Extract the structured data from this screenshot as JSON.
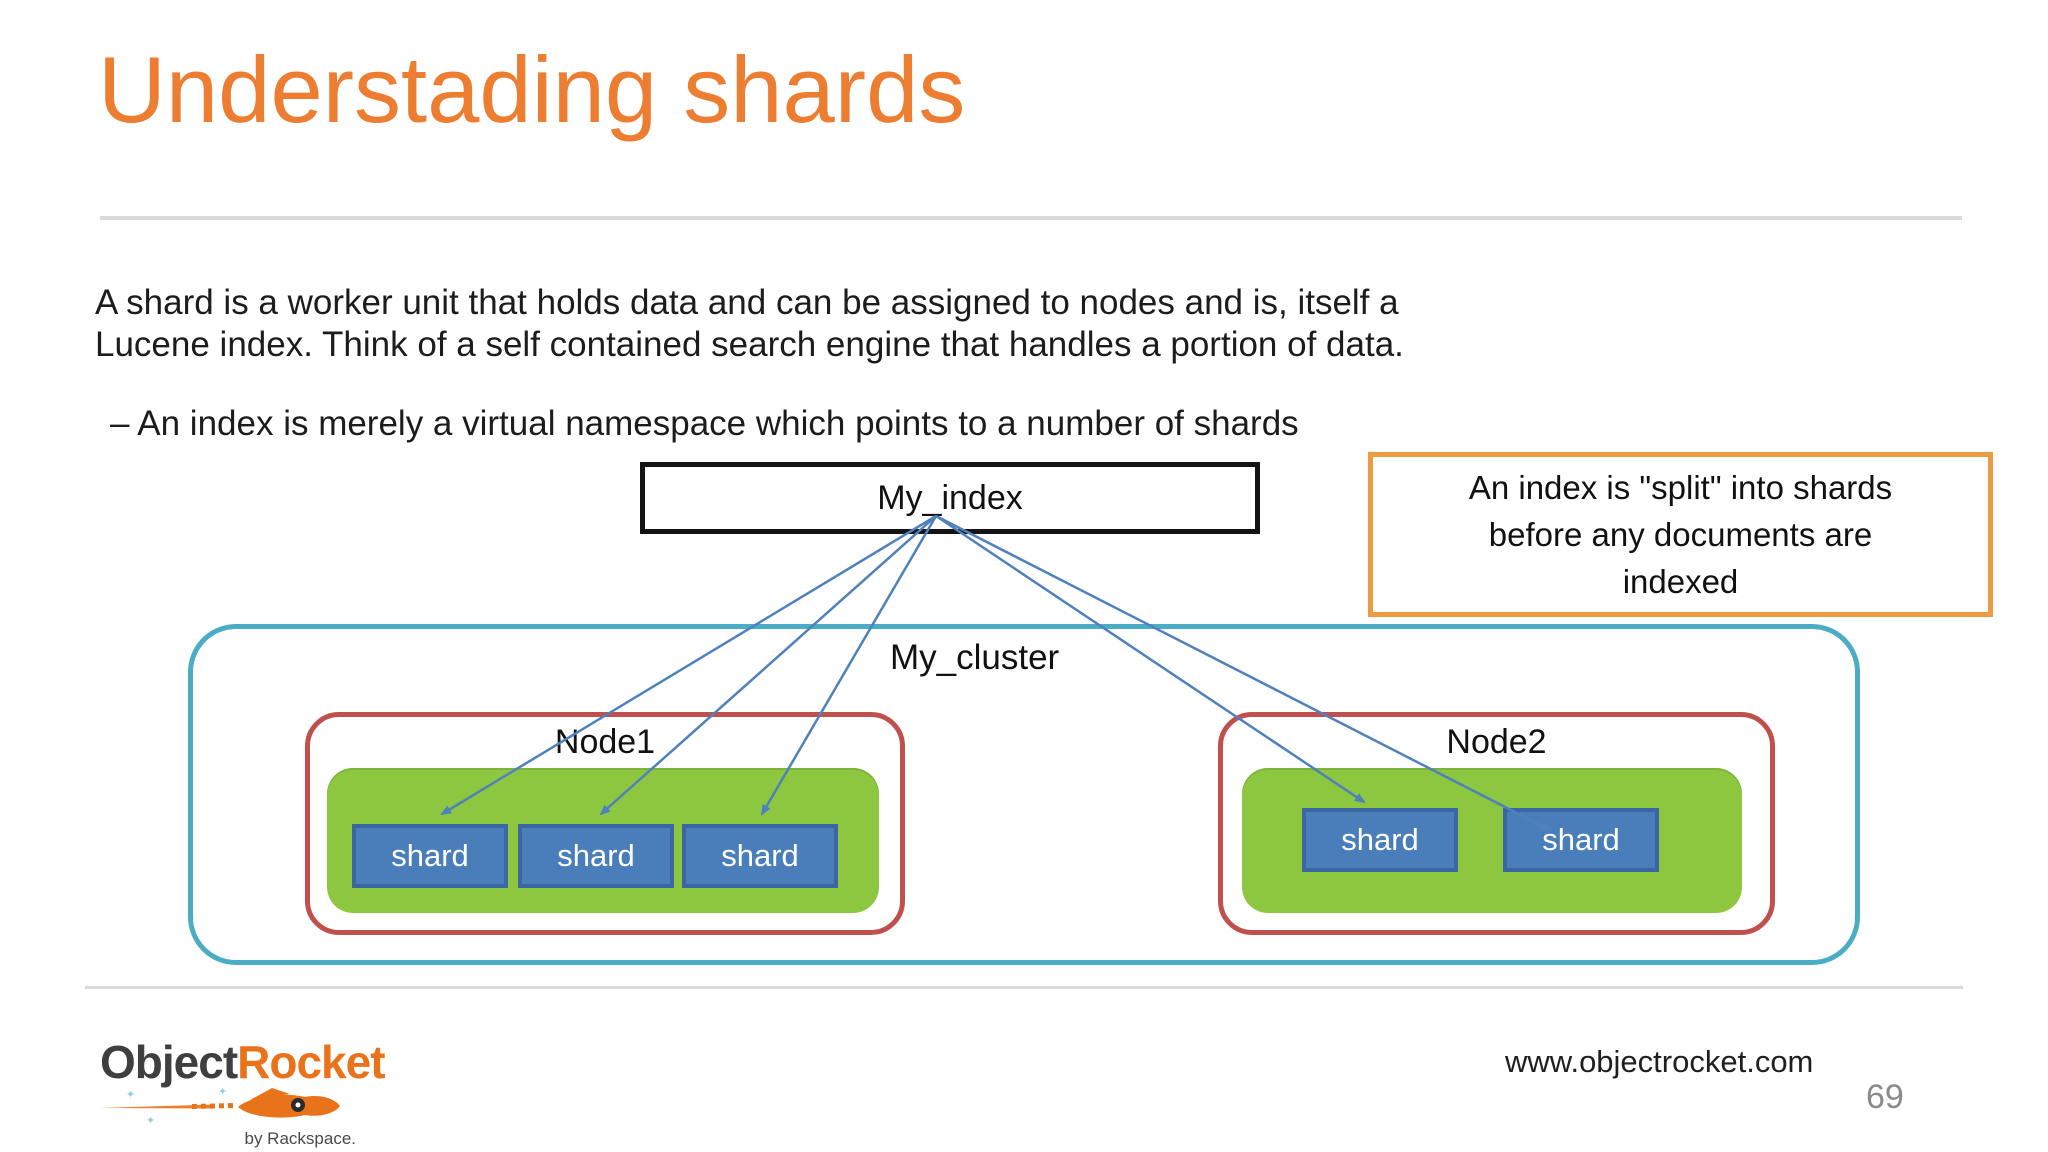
{
  "slide": {
    "title": "Understading shards",
    "page_number": "69",
    "website": "www.objectrocket.com"
  },
  "body": {
    "line1": "A shard is a worker unit that holds data and can be assigned to nodes and is, itself a",
    "line2": "Lucene index. Think of a self contained search engine that handles a portion of data.",
    "bullet": "– An index is merely a virtual namespace which points to a number of shards"
  },
  "diagram": {
    "index_label": "My_index",
    "cluster_label": "My_cluster",
    "callout_lines": [
      "An index is \"split\" into shards",
      "before any documents are",
      "indexed"
    ],
    "nodes": [
      {
        "label": "Node1",
        "shards": [
          "shard",
          "shard",
          "shard"
        ]
      },
      {
        "label": "Node2",
        "shards": [
          "shard",
          "shard"
        ]
      }
    ],
    "colors": {
      "title_orange": "#ED7D31",
      "callout_border": "#ED9B40",
      "cluster_border": "#4BACC6",
      "node_border": "#C0504D",
      "node_fill_green": "#8DC63F",
      "shard_fill": "#4A7EBB",
      "shard_border": "#3A67A4",
      "arrow_blue": "#4F81BD",
      "divider_gray": "#D9D9D9"
    }
  },
  "logo": {
    "word1": "Object",
    "word2": "Rocket",
    "byline": "by Rackspace."
  }
}
